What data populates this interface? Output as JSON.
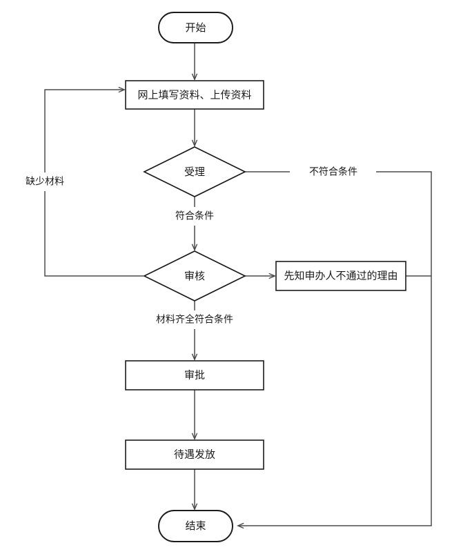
{
  "diagram": {
    "type": "flowchart",
    "title": "",
    "orientation": "top-to-bottom",
    "colors": {
      "background": "#ffffff",
      "node_stroke": "#1a1a1a",
      "node_fill": "#ffffff",
      "connector": "#4a4a4a",
      "text": "#1a1a1a"
    },
    "nodes": [
      {
        "id": "start",
        "shape": "terminator",
        "label": "开始"
      },
      {
        "id": "fill_online",
        "shape": "process",
        "label": "网上填写资料、上传资料"
      },
      {
        "id": "accept",
        "shape": "decision",
        "label": "受理"
      },
      {
        "id": "review",
        "shape": "decision",
        "label": "审核"
      },
      {
        "id": "notify_reason",
        "shape": "process",
        "label": "先知申办人不通过的理由"
      },
      {
        "id": "approve",
        "shape": "process",
        "label": "审批"
      },
      {
        "id": "payout",
        "shape": "process",
        "label": "待遇发放"
      },
      {
        "id": "end",
        "shape": "terminator",
        "label": "结束"
      }
    ],
    "edge_labels": [
      {
        "id": "not_qualified",
        "label": "不符合条件",
        "from": "accept",
        "to": "end"
      },
      {
        "id": "qualified",
        "label": "符合条件",
        "from": "accept",
        "to": "review"
      },
      {
        "id": "missing_materials",
        "label": "缺少材料",
        "from": "review",
        "to": "fill_online"
      },
      {
        "id": "materials_complete",
        "label": "材料齐全符合条件",
        "from": "review",
        "to": "approve"
      }
    ]
  }
}
